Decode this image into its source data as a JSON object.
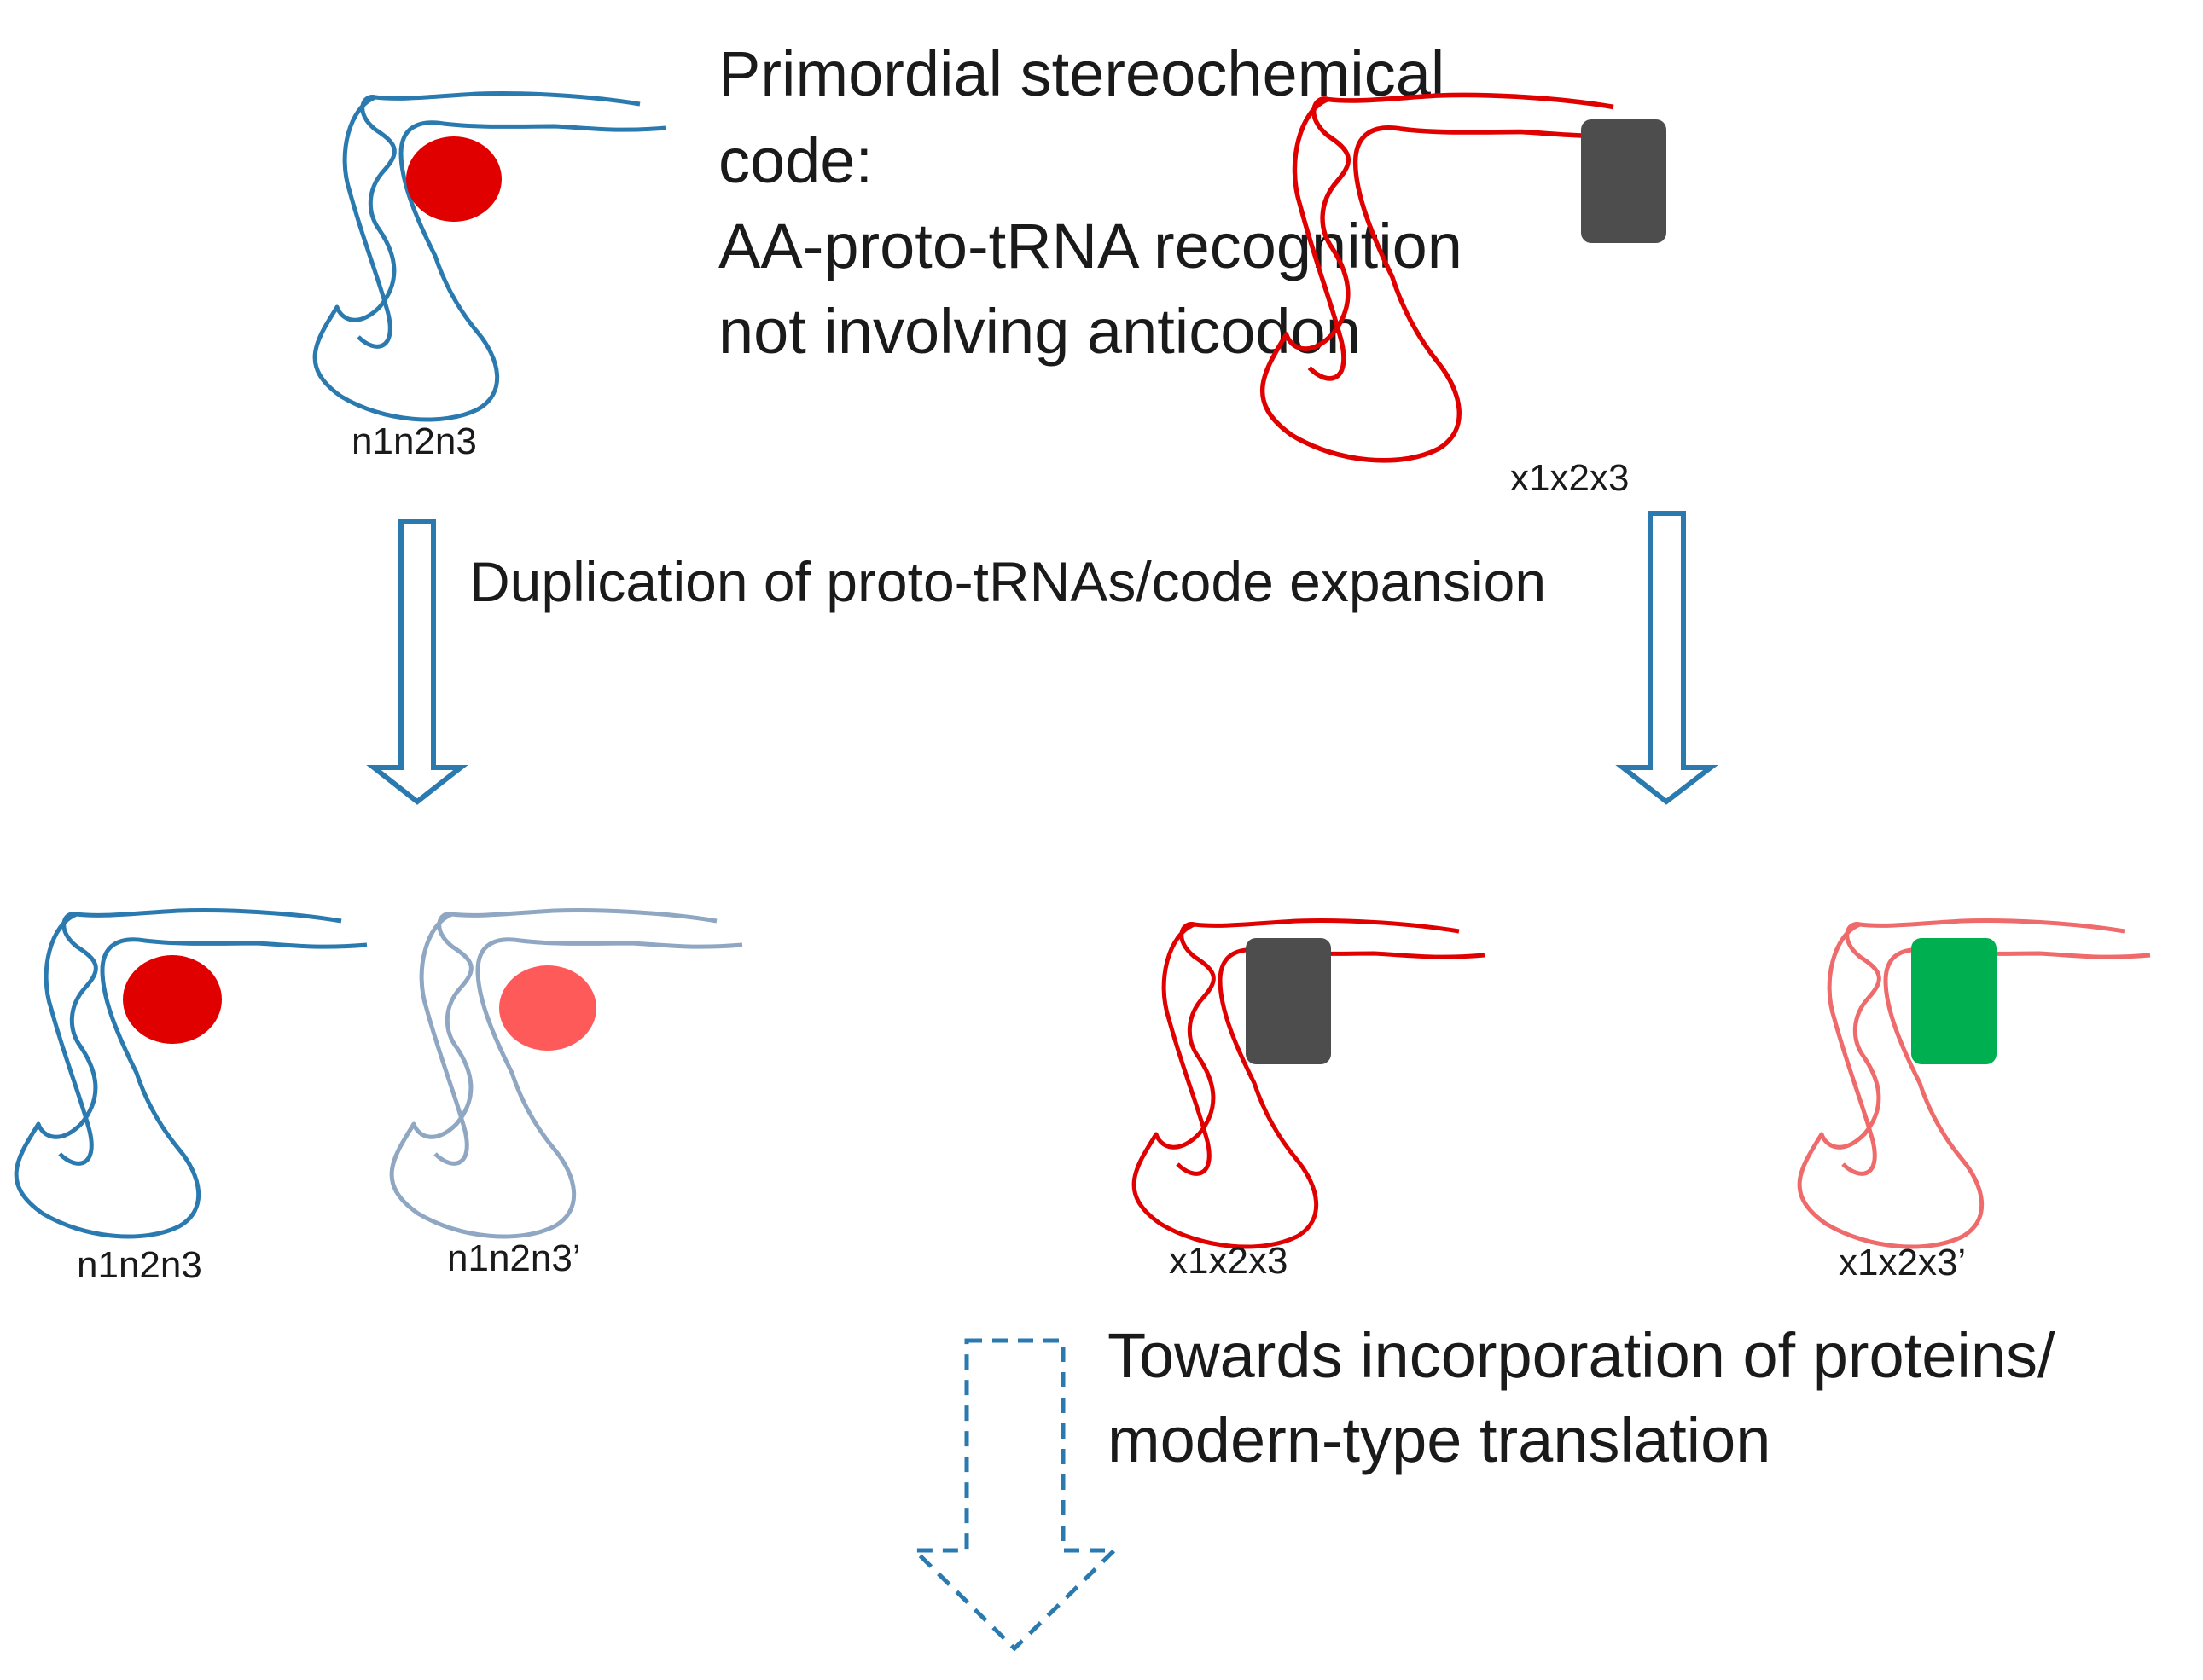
{
  "colors": {
    "blue_strand": "#2a7ab0",
    "blue_strand_faded": "#8fa7c2",
    "red_strand": "#e00000",
    "red_strand_faded": "#ef6a6a",
    "red_aa": "#e00000",
    "red_aa_faded": "#ff5a5a",
    "gray_aa": "#4d4d4d",
    "green_aa": "#00b050",
    "arrow": "#2a7ab0"
  },
  "top": {
    "text_lines": [
      "Primordial stereochemical",
      "code:",
      "AA-proto-tRNA recognition",
      "not involving anticodon"
    ],
    "left_label": "n1n2n3",
    "right_label": "x1x2x3"
  },
  "middle": {
    "label": "Duplication of proto-tRNAs/code expansion"
  },
  "bottom": {
    "labels": [
      "n1n2n3",
      "n1n2n3’",
      "x1x2x3",
      "x1x2x3’"
    ],
    "text_lines": [
      "Towards incorporation of proteins/",
      "modern-type translation"
    ]
  }
}
